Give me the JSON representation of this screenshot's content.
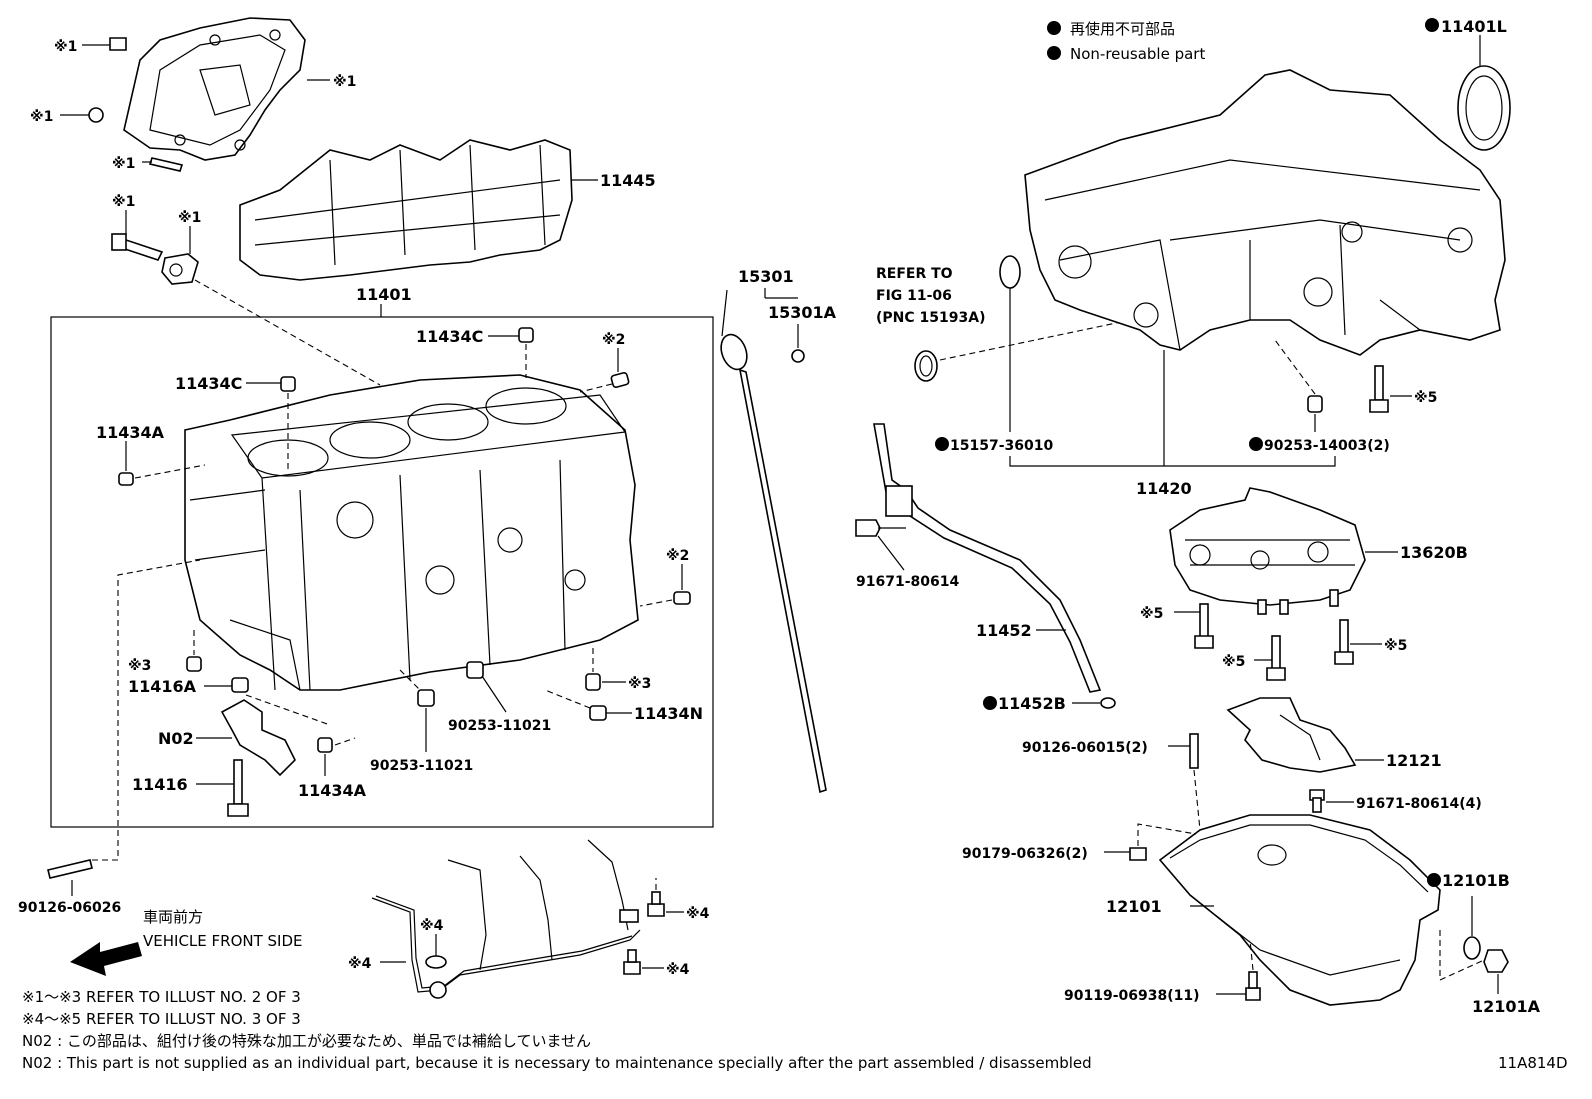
{
  "legend": {
    "jp": "再使用不可部品",
    "en": "Non-reusable part"
  },
  "labels": {
    "p11401L": "11401L",
    "p11445": "11445",
    "p11401": "11401",
    "p11434C_top": "11434C",
    "p11434C_mid": "11434C",
    "p11434A_left": "11434A",
    "p11434A_bottom": "11434A",
    "p11416A": "11416A",
    "p11416": "11416",
    "pN02": "N02",
    "p90253_11021_a": "90253-11021",
    "p90253_11021_b": "90253-11021",
    "p11434N": "11434N",
    "p90126_06026": "90126-06026",
    "p15301": "15301",
    "p15301A": "15301A",
    "refer1": "REFER TO",
    "refer2": "FIG 11-06",
    "refer3": "(PNC 15193A)",
    "p15157": "15157-36010",
    "p90253_14003": "90253-14003(2)",
    "p11420": "11420",
    "p13620B": "13620B",
    "p91671_80614": "91671-80614",
    "p11452": "11452",
    "p11452B": "11452B",
    "p90126_06015": "90126-06015(2)",
    "p12121": "12121",
    "p91671_80614_4": "91671-80614(4)",
    "p90179": "90179-06326(2)",
    "p12101": "12101",
    "p12101B": "12101B",
    "p12101A": "12101A",
    "p90119": "90119-06938(11)"
  },
  "marks": {
    "m1": "※1",
    "m2": "※2",
    "m3": "※3",
    "m4": "※4",
    "m5": "※5"
  },
  "front": {
    "jp": "車両前方",
    "en": "VEHICLE FRONT SIDE"
  },
  "notes": {
    "n1": "※1～※3  REFER TO ILLUST NO. 2 OF 3",
    "n2": "※4～※5  REFER TO ILLUST NO. 3 OF 3",
    "n3": "N02 : この部品は、組付け後の特殊な加工が必要なため、単品では補給していません",
    "n4": "N02 : This part is not supplied as an individual part, because it is necessary to maintenance specially after the part assembled / disassembled"
  },
  "code": "11A814D",
  "colors": {
    "ink": "#000000",
    "paper": "#ffffff"
  }
}
